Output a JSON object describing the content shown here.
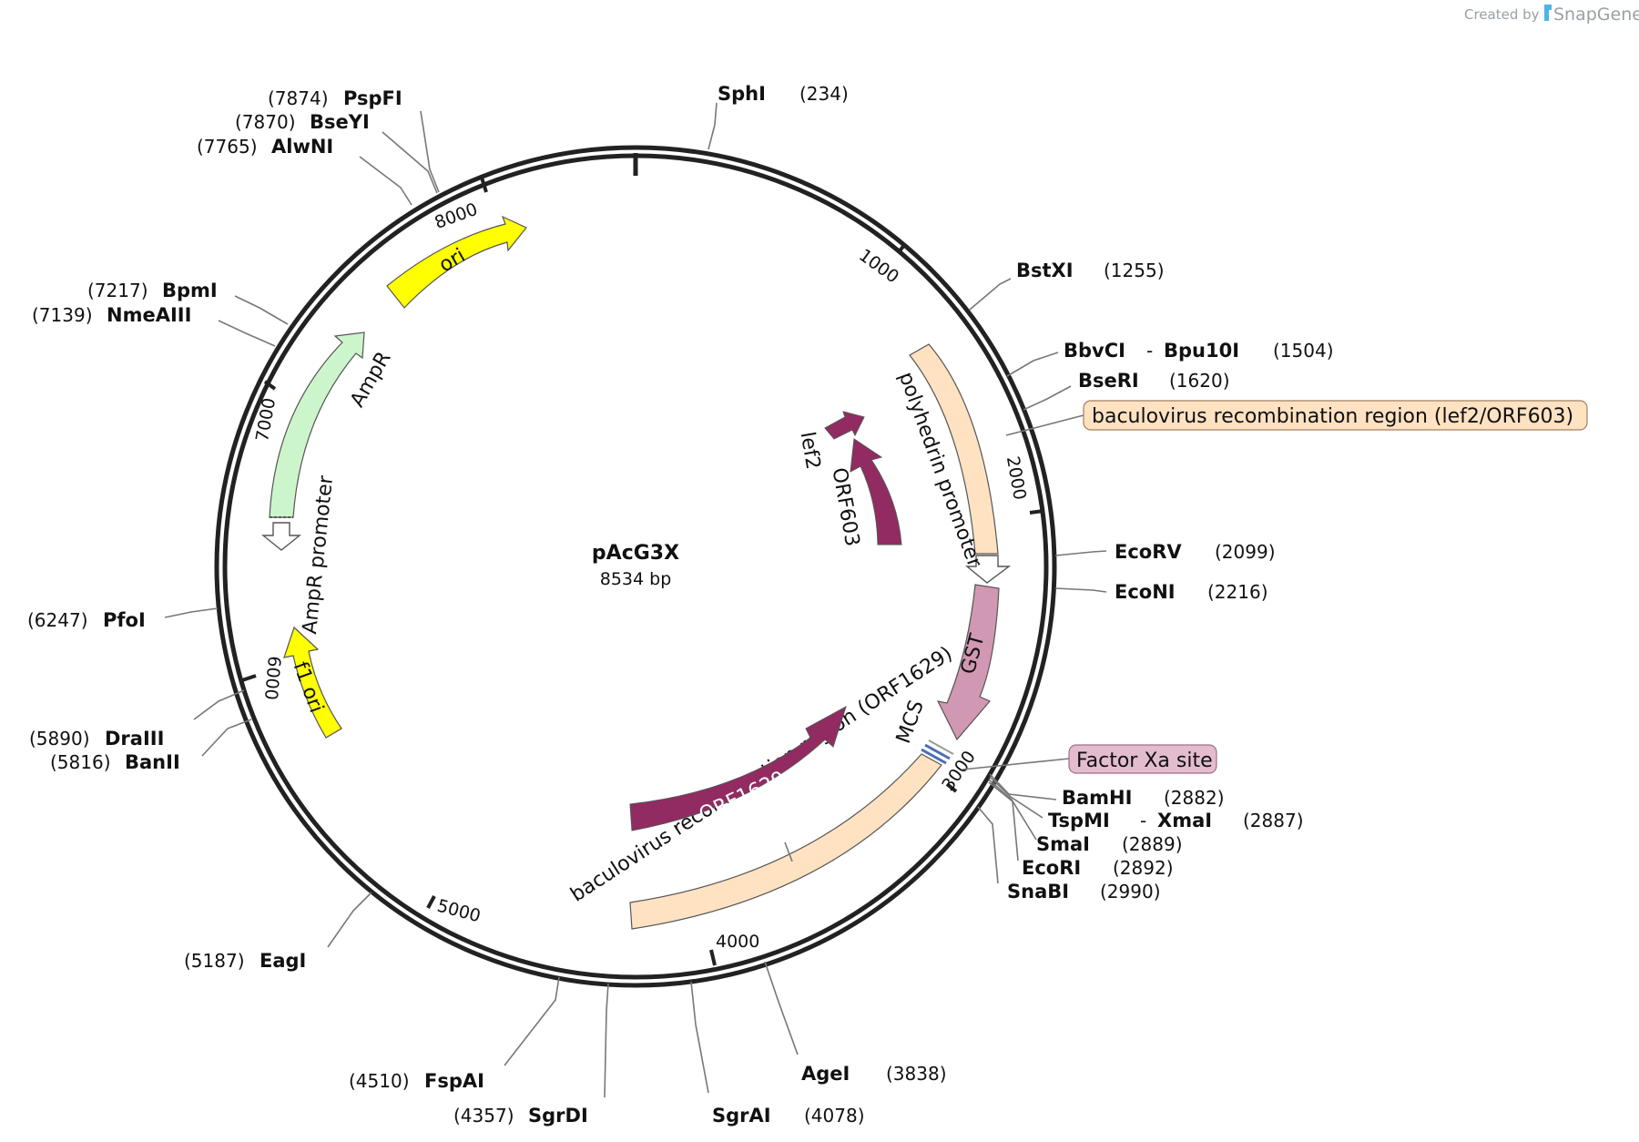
{
  "plasmid": {
    "name": "pAcG3X",
    "length_label": "8534 bp"
  },
  "branding": {
    "created_by": "Created by",
    "product": "SnapGene"
  },
  "ticks": [
    "1000",
    "2000",
    "3000",
    "4000",
    "5000",
    "6000",
    "7000",
    "8000"
  ],
  "sites": {
    "sphi": {
      "name": "SphI",
      "pos": "(234)"
    },
    "bstxi": {
      "name": "BstXI",
      "pos": "(1255)"
    },
    "bbvci": {
      "name": "BbvCI",
      "name2": "Bpu10I",
      "sep": "-",
      "pos": "(1504)"
    },
    "bseri": {
      "name": "BseRI",
      "pos": "(1620)"
    },
    "ecorv": {
      "name": "EcoRV",
      "pos": "(2099)"
    },
    "econi": {
      "name": "EcoNI",
      "pos": "(2216)"
    },
    "bamhi": {
      "name": "BamHI",
      "pos": "(2882)"
    },
    "tspmi": {
      "name": "TspMI",
      "name2": "XmaI",
      "sep": "-",
      "pos": "(2887)"
    },
    "smai": {
      "name": "SmaI",
      "pos": "(2889)"
    },
    "ecori": {
      "name": "EcoRI",
      "pos": "(2892)"
    },
    "snabi": {
      "name": "SnaBI",
      "pos": "(2990)"
    },
    "agei": {
      "name": "AgeI",
      "pos": "(3838)"
    },
    "sgrai": {
      "name": "SgrAI",
      "pos": "(4078)"
    },
    "sgrdi": {
      "name": "SgrDI",
      "pos": "(4357)"
    },
    "fspai": {
      "name": "FspAI",
      "pos": "(4510)"
    },
    "eagi": {
      "name": "EagI",
      "pos": "(5187)"
    },
    "banii": {
      "name": "BanII",
      "pos": "(5816)"
    },
    "draiii": {
      "name": "DraIII",
      "pos": "(5890)"
    },
    "pfoi": {
      "name": "PfoI",
      "pos": "(6247)"
    },
    "nmeaiii": {
      "name": "NmeAIII",
      "pos": "(7139)"
    },
    "bpmi": {
      "name": "BpmI",
      "pos": "(7217)"
    },
    "alwni": {
      "name": "AlwNI",
      "pos": "(7765)"
    },
    "bseyi": {
      "name": "BseYI",
      "pos": "(7870)"
    },
    "pspfi": {
      "name": "PspFI",
      "pos": "(7874)"
    }
  },
  "features": {
    "ori": "ori",
    "ampr": "AmpR",
    "ampr_promoter": "AmpR promoter",
    "f1ori": "f1 ori",
    "lef2": "lef2",
    "orf603": "ORF603",
    "polyhedrin": "polyhedrin promoter",
    "gst": "GST",
    "mcs": "MCS",
    "orf1629": "ORF1629",
    "bac_region_orf1629": "baculovirus recombination region (ORF1629)",
    "bac_region_lef2": "baculovirus recombination region (lef2/ORF603)",
    "factor_xa": "Factor Xa site"
  },
  "colors": {
    "ori": "#ffff00",
    "ampr": "#ccf5cc",
    "bac_region": "#ffe2c2",
    "gst": "#d098b2",
    "orf": "#922b62",
    "backbone": "#222222",
    "factor_xa_box": "#e3bcd0",
    "bac_box": "#ffe2c2"
  }
}
